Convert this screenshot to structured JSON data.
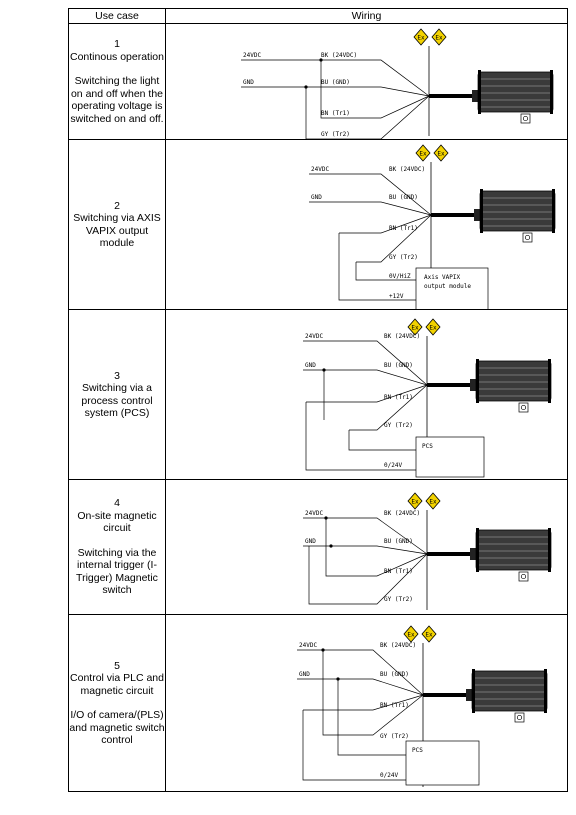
{
  "table": {
    "col_use_case": "Use case",
    "col_wiring": "Wiring"
  },
  "rows": [
    {
      "number": "1",
      "title": "Continous operation",
      "description": "Switching the light on and off when the operating voltage is switched on and off.",
      "wires": {
        "supply": "24VDC",
        "gnd": "GND",
        "bk": "BK (24VDC)",
        "bu": "BU (GND)",
        "bn": "BN (Tr1)",
        "gy": "GY (Tr2)"
      },
      "module": null
    },
    {
      "number": "2",
      "title": "Switching via AXIS VAPIX output module",
      "description": "",
      "wires": {
        "supply": "24VDC",
        "gnd": "GND",
        "bk": "BK (24VDC)",
        "bu": "BU (GND)",
        "bn": "BN (Tr1)",
        "gy": "GY (Tr2)"
      },
      "module": {
        "label_line1": "Axis VAPIX",
        "label_line2": "output module",
        "terminal_a": "0V/HiZ",
        "terminal_b": "+12V"
      }
    },
    {
      "number": "3",
      "title": "Switching via a process control system (PCS)",
      "description": "",
      "wires": {
        "supply": "24VDC",
        "gnd": "GND",
        "bk": "BK (24VDC)",
        "bu": "BU (GND)",
        "bn": "BN (Tr1)",
        "gy": "GY (Tr2)"
      },
      "module": {
        "label_line1": "PCS",
        "label_line2": "",
        "terminal_a": "0/24V",
        "terminal_b": ""
      }
    },
    {
      "number": "4",
      "title": "On-site magnetic circuit",
      "description": "Switching via the internal trigger (I-Trigger) Magnetic switch",
      "wires": {
        "supply": "24VDC",
        "gnd": "GND",
        "bk": "BK (24VDC)",
        "bu": "BU (GND)",
        "bn": "BN (Tr1)",
        "gy": "GY (Tr2)"
      },
      "module": null
    },
    {
      "number": "5",
      "title": "Control via PLC and magnetic circuit",
      "description": "I/O of camera/(PLS) and magnetic switch control",
      "wires": {
        "supply": "24VDC",
        "gnd": "GND",
        "bk": "BK (24VDC)",
        "bu": "BU (GND)",
        "bn": "BN (Tr1)",
        "gy": "GY (Tr2)"
      },
      "module": {
        "label_line1": "PCS",
        "label_line2": "",
        "terminal_a": "0/24V",
        "terminal_b": ""
      }
    }
  ],
  "ex_marks": [
    "Ex",
    "Ex"
  ],
  "colors": {
    "line": "#000000",
    "device_body": "#3a3a3a",
    "ex_fill": "#f2d200"
  }
}
